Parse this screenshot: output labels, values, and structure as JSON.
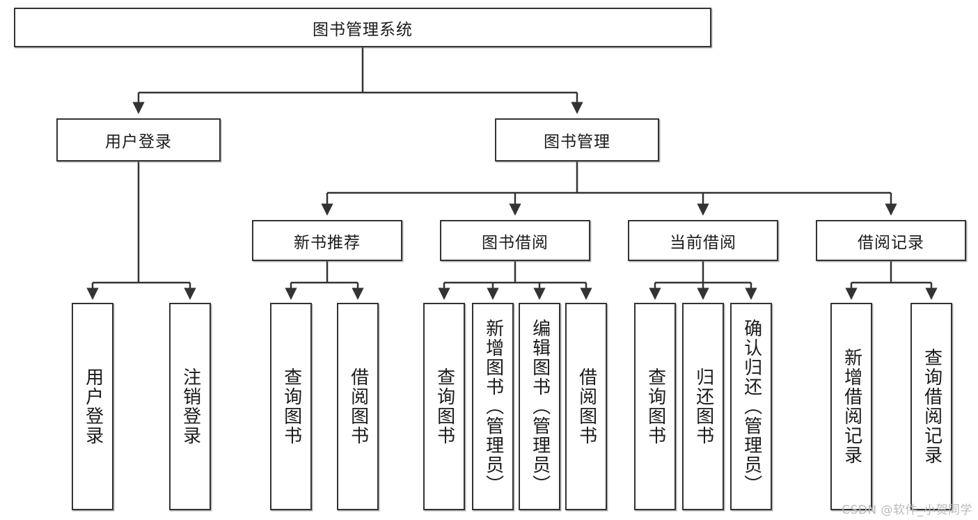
{
  "diagram": {
    "type": "tree-hierarchy",
    "title": "图书管理系统",
    "watermark": "CSDN @软件_小贺同学",
    "colors": {
      "stroke": "#333333",
      "fill": "#ffffff",
      "text": "#1a1a1a",
      "watermark": "#b9b9b9"
    },
    "nodes": {
      "root": "图书管理系统",
      "level2": {
        "user_login": "用户登录",
        "book_manage": "图书管理"
      },
      "level3": {
        "new_book_rec": "新书推荐",
        "book_borrow": "图书借阅",
        "current_borrow": "当前借阅",
        "borrow_record": "借阅记录"
      },
      "leaves": {
        "user_login_1": "用户登录",
        "user_login_2": "注销登录",
        "new_book_1": "查询图书",
        "new_book_2": "借阅图书",
        "borrow_1": "查询图书",
        "borrow_2": "新增图书（管理员）",
        "borrow_3": "编辑图书（管理员）",
        "borrow_4": "借阅图书",
        "current_1": "查询图书",
        "current_2": "归还图书",
        "current_3": "确认归还（管理员）",
        "record_1": "新增借阅记录",
        "record_2": "查询借阅记录"
      }
    }
  }
}
